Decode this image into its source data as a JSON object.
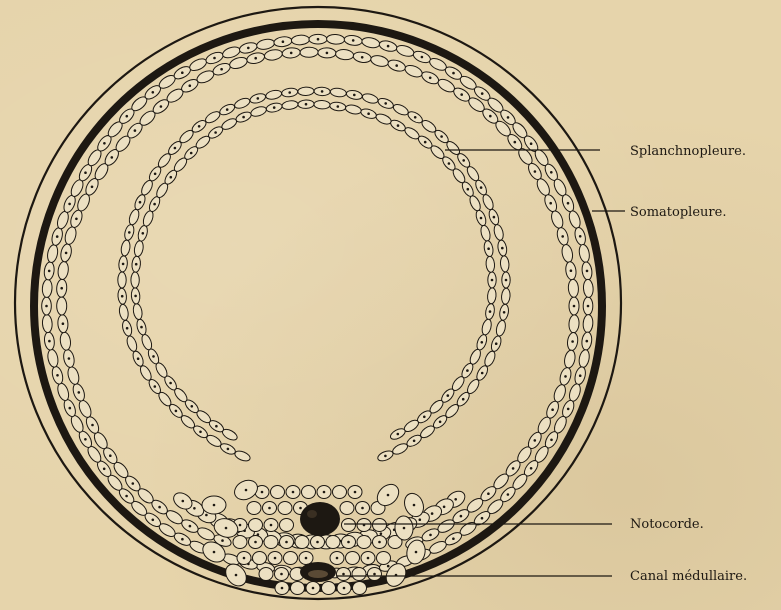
{
  "labels": {
    "splanchnopleure": "Splanchnopleure.",
    "somatopleure": "Somatopleure.",
    "notocorde": "Notocorde.",
    "canal_medullaire": "Canal médullaire."
  },
  "colors": {
    "paper": "#e6d4ab",
    "ink": "#1d1812",
    "cell_fill": "#ece0c2"
  }
}
